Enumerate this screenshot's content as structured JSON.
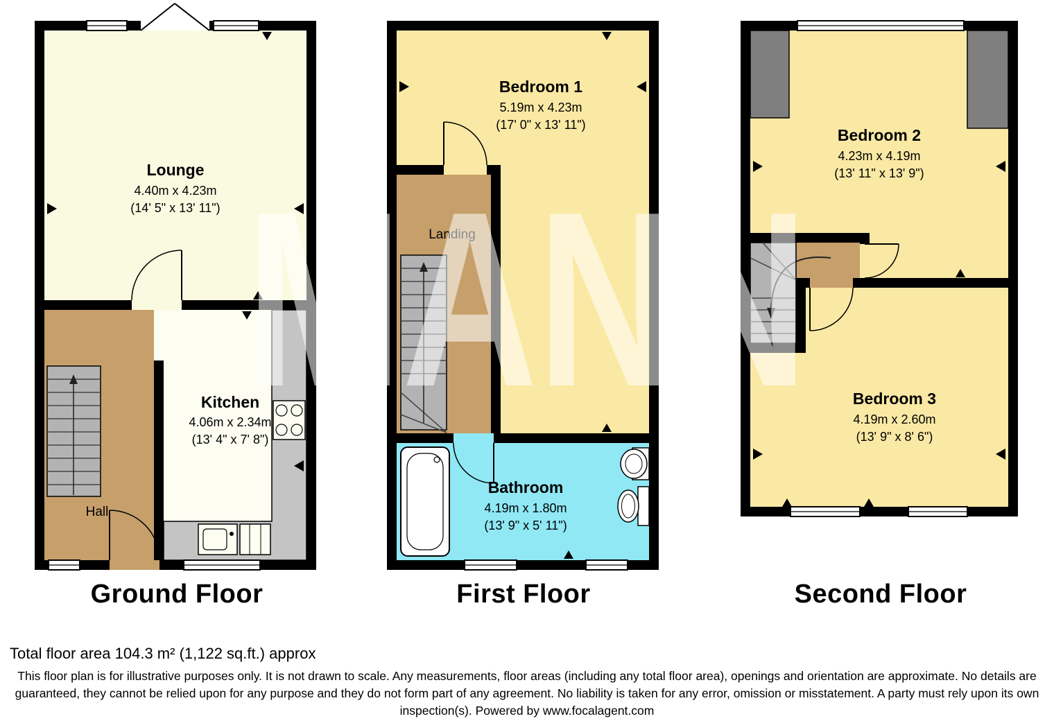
{
  "watermark": "MANN",
  "floors": {
    "ground": {
      "label": "Ground Floor",
      "rooms": {
        "lounge": {
          "name": "Lounge",
          "metric": "4.40m x 4.23m",
          "imperial": "(14' 5\" x 13' 11\")"
        },
        "kitchen": {
          "name": "Kitchen",
          "metric": "4.06m x 2.34m",
          "imperial": "(13' 4\" x 7' 8\")"
        },
        "hall": {
          "name": "Hall"
        }
      }
    },
    "first": {
      "label": "First Floor",
      "rooms": {
        "bedroom1": {
          "name": "Bedroom 1",
          "metric": "5.19m x 4.23m",
          "imperial": "(17' 0\" x 13' 11\")"
        },
        "landing": {
          "name": "Landing"
        },
        "bathroom": {
          "name": "Bathroom",
          "metric": "4.19m x 1.80m",
          "imperial": "(13' 9\" x 5' 11\")"
        }
      }
    },
    "second": {
      "label": "Second Floor",
      "rooms": {
        "bedroom2": {
          "name": "Bedroom 2",
          "metric": "4.23m x 4.19m",
          "imperial": "(13' 11\" x 13' 9\")"
        },
        "bedroom3": {
          "name": "Bedroom 3",
          "metric": "4.19m x 2.60m",
          "imperial": "(13' 9\" x 8' 6\")"
        }
      }
    }
  },
  "footer": {
    "total_area": "Total floor area 104.3 m² (1,122 sq.ft.) approx",
    "disclaimer": "This floor plan is for illustrative purposes only. It is not drawn to scale. Any measurements, floor areas (including any total floor area), openings and orientation are approximate. No details are guaranteed, they cannot be relied upon for any purpose and they do not form part of any agreement. No liability is taken for any error, omission or misstatement. A party must rely upon its own inspection(s). Powered by www.focalagent.com"
  },
  "colors": {
    "wall": "#000000",
    "bedroom_fill": "#FAE9A4",
    "lounge_fill": "#FAFAE1",
    "kitchen_fill": "#FDFDF2",
    "hall_fill": "#C69F6B",
    "bathroom_fill": "#8FE8F4",
    "stairs_fill": "#B3B3B3",
    "wardrobe_fill": "#7F7F7F",
    "counter_fill": "#C4C4C4"
  }
}
